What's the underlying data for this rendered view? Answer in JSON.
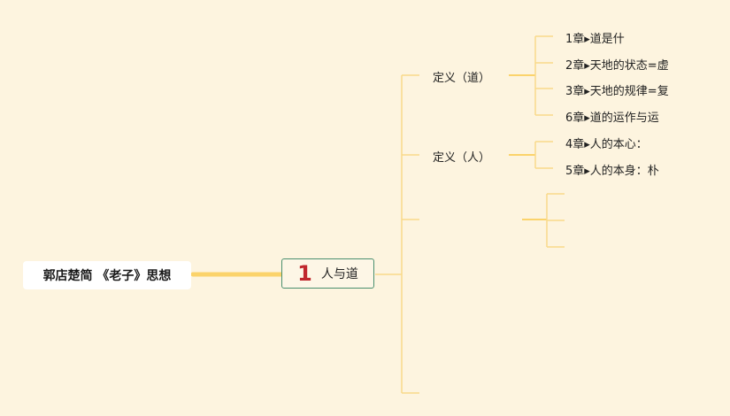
{
  "root": {
    "label": "郭店楚简 《老子》思想"
  },
  "main": {
    "number": "1",
    "label": "人与道"
  },
  "branches": [
    {
      "label": "定义（道）",
      "leaves": [
        "1章▸道是什",
        "2章▸天地的状态=虚",
        "3章▸天地的规律=复",
        "6章▸道的运作与运"
      ]
    },
    {
      "label": "定义（人）",
      "leaves": [
        "4章▸人的本心：",
        "5章▸人的本身：朴"
      ]
    }
  ],
  "colors": {
    "background": "#fdf4df",
    "connector": "#fbd36b",
    "connector_thin": "#f9d98a",
    "accent": "#c0272d",
    "frame": "#4a8f6e"
  }
}
